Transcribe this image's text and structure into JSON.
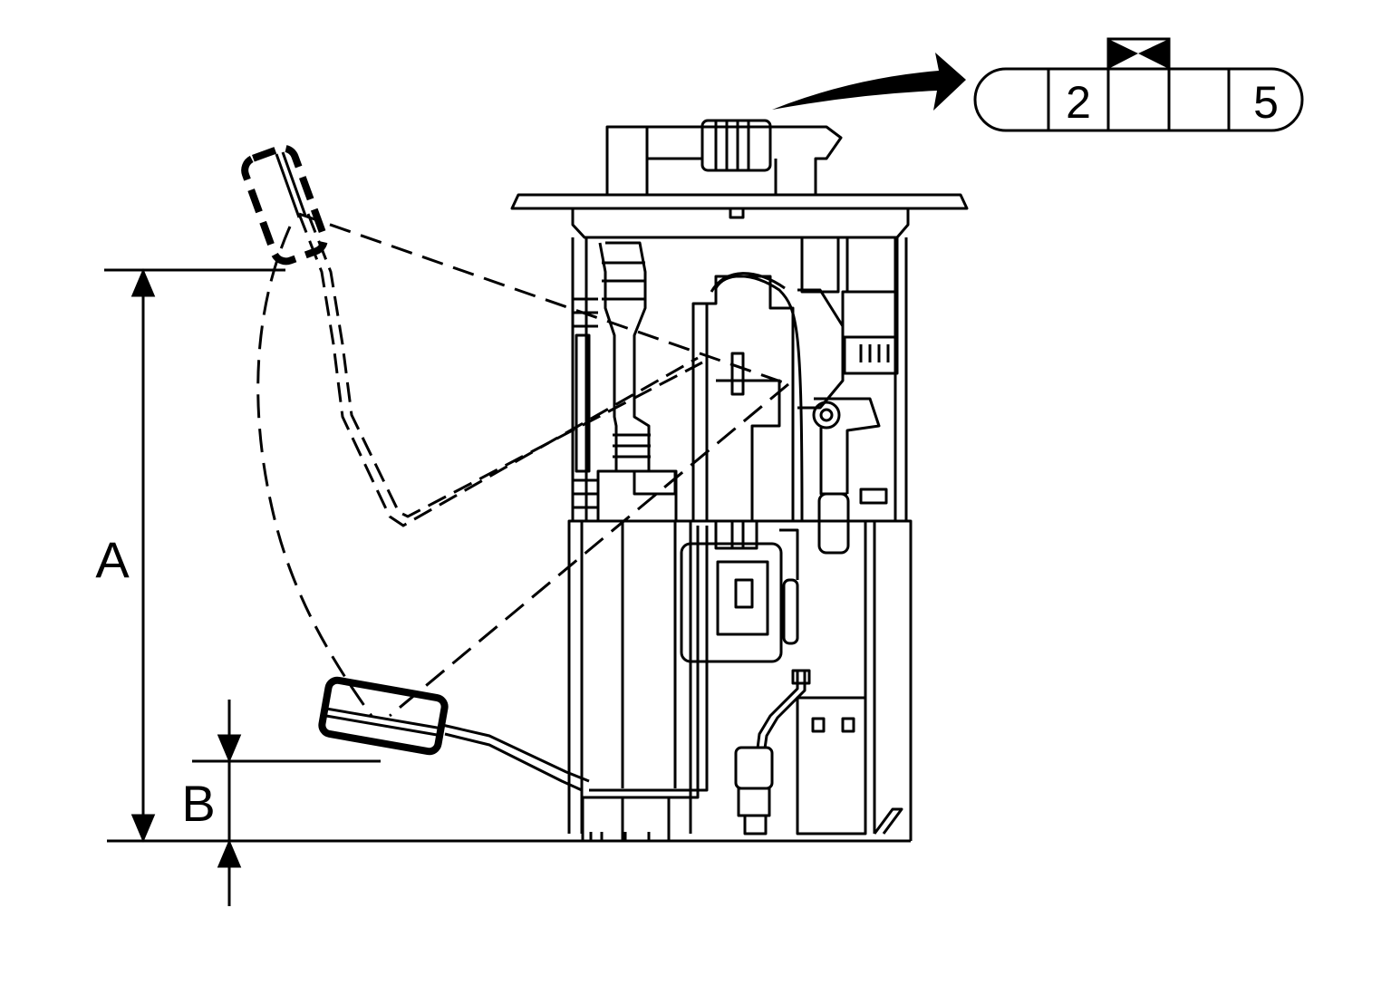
{
  "dimensions": {
    "a_label": "A",
    "b_label": "B"
  },
  "connector": {
    "pins": [
      "2",
      "5"
    ],
    "key_icon": "bowtie-key-icon",
    "arrow_icon": "curved-arrow-icon"
  },
  "colors": {
    "line": "#000000",
    "background": "#ffffff"
  }
}
